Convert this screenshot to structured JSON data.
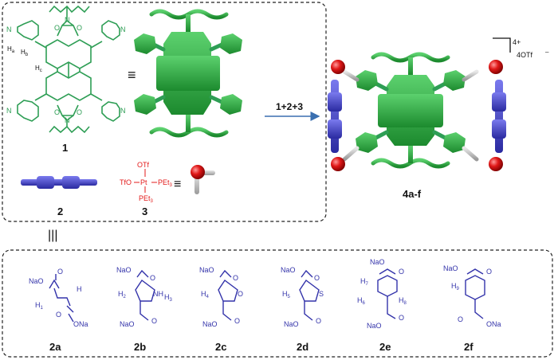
{
  "colors": {
    "green": "#2e9e55",
    "green_dark": "#1f7a3d",
    "red": "#e31b1b",
    "blue": "#3333aa",
    "black": "#111111",
    "grey": "#bfbfbf",
    "arrow": "#3a6fb0"
  },
  "top_box": {
    "h_a": "H",
    "h_a_sub": "a",
    "h_b": "H",
    "h_b_sub": "b",
    "h_c": "H",
    "h_c_sub": "c",
    "atoms_O": "O",
    "atoms_N": "N",
    "equiv": "≡",
    "label_1": "1",
    "label_2": "2",
    "label_3": "3",
    "pt_otf_top": "OTf",
    "pt_tfo": "TfO",
    "pt_pt": "Pt",
    "pt_pet3_right": "PEt",
    "pt_pet3_bottom": "PEt",
    "pt_sub3": "3"
  },
  "reaction": {
    "arrow_label": "1+2+3",
    "product_label": "4a-f",
    "charge": "4+",
    "counter_ion": "4OTf"
  },
  "linkers_equiv": "|||",
  "linkers": [
    {
      "id": "2a",
      "label": "2a",
      "h": [
        "H",
        "H"
      ],
      "h_sub": [
        "1",
        ""
      ]
    },
    {
      "id": "2b",
      "label": "2b",
      "h": [
        "H",
        "NH",
        "H"
      ],
      "h_sub": [
        "2",
        "",
        "3"
      ]
    },
    {
      "id": "2c",
      "label": "2c",
      "h": [
        "H",
        "O"
      ],
      "h_sub": [
        "4",
        ""
      ]
    },
    {
      "id": "2d",
      "label": "2d",
      "h": [
        "H",
        "S"
      ],
      "h_sub": [
        "5",
        ""
      ]
    },
    {
      "id": "2e",
      "label": "2e",
      "h": [
        "H",
        "H",
        "H"
      ],
      "h_sub": [
        "7",
        "6",
        "8"
      ]
    },
    {
      "id": "2f",
      "label": "2f",
      "h": [
        "H"
      ],
      "h_sub": [
        "9"
      ]
    }
  ],
  "naooc": {
    "na": "NaO",
    "o": "O",
    "ona": "ONa"
  }
}
